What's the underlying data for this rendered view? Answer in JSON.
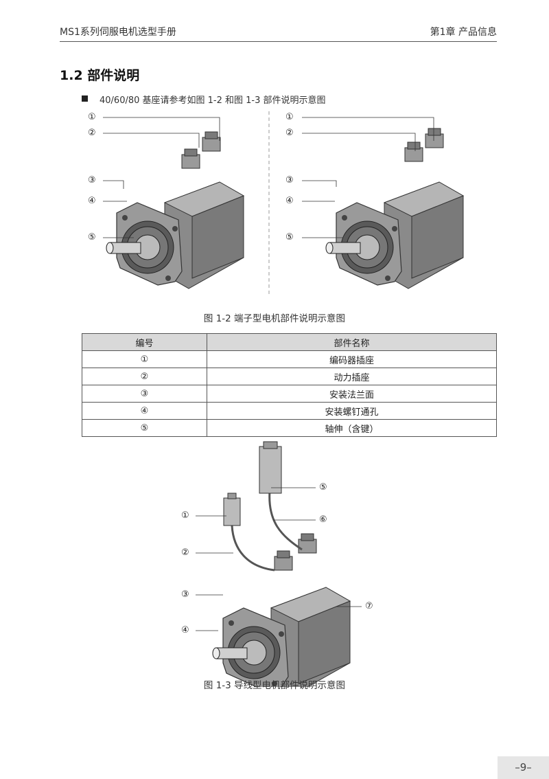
{
  "header": {
    "manual_title": "MS1系列伺服电机选型手册",
    "chapter": "第1章 产品信息"
  },
  "section": {
    "title": "1.2 部件说明",
    "bullet_text": "40/60/80 基座请参考如图 1-2 和图 1-3 部件说明示意图"
  },
  "figure_1_2": {
    "caption": "图 1-2  端子型电机部件说明示意图",
    "callouts": [
      "①",
      "②",
      "③",
      "④",
      "⑤"
    ]
  },
  "parts_table": {
    "headers": [
      "编号",
      "部件名称"
    ],
    "rows": [
      {
        "no": "①",
        "name": "编码器插座"
      },
      {
        "no": "②",
        "name": "动力插座"
      },
      {
        "no": "③",
        "name": "安装法兰面"
      },
      {
        "no": "④",
        "name": "安装螺钉通孔"
      },
      {
        "no": "⑤",
        "name": "轴伸（含键）"
      }
    ]
  },
  "figure_1_3": {
    "caption": "图 1-3  导线型电机部件说明示意图",
    "callouts": [
      "①",
      "②",
      "③",
      "④",
      "⑤",
      "⑥",
      "⑦"
    ]
  },
  "page": {
    "number": "–9–"
  }
}
